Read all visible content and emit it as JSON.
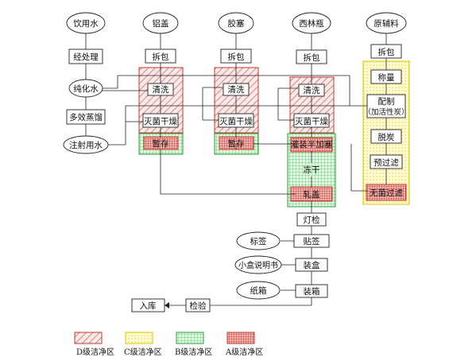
{
  "nodes": {
    "yinyongshui": "饮用水",
    "lvgai": "铝盖",
    "jiaosai": "胶塞",
    "xilinping": "西林瓶",
    "yuanfuliao": "原辅料",
    "jingchuli": "经处理",
    "chunhuashui": "纯化水",
    "duoxiaozhengliu": "多效蒸馏",
    "zhusheyongshui": "注射用水",
    "chaibao_lvgai": "拆包",
    "chaibao_jiaosai": "拆包",
    "chaibao_xilinping": "拆包",
    "chaibao_yuanfuliao": "拆包",
    "qingxi_lvgai": "清洗",
    "qingxi_jiaosai": "清洗",
    "qingxi_xilinping": "清洗",
    "miejunganzao_lvgai": "灭菌干燥",
    "miejunganzao_jiaosai": "灭菌干燥",
    "miejunganzao_xilinping": "灭菌干燥",
    "zancun_lvgai": "暂存",
    "zancun_jiaosai": "暂存",
    "chengliang": "称量",
    "peizhi_line1": "配制",
    "peizhi_line2": "（加活性炭）",
    "tuotan": "脱炭",
    "yuguolv": "预过滤",
    "wujunguolv": "无菌过滤",
    "guanzhuang": "灌装半加塞",
    "donggan": "冻干",
    "zhagai": "轧盖",
    "dengjian": "灯检",
    "biaoqian": "标签",
    "tieqian": "贴签",
    "xiaohe": "小盒说明书",
    "zhuanghe": "装盒",
    "zhixiang": "纸箱",
    "zhuangxiang": "装箱",
    "jianyan": "检验",
    "ruku": "入库"
  },
  "legend": [
    {
      "label": "D级洁净区",
      "pattern": "hatch",
      "color": "#c0392b"
    },
    {
      "label": "C级洁净区",
      "pattern": "dots",
      "color": "#d9c400"
    },
    {
      "label": "B级洁净区",
      "pattern": "grid",
      "color": "#2e9e3e"
    },
    {
      "label": "A级洁净区",
      "pattern": "dense-grid",
      "color": "#c0392b"
    }
  ]
}
